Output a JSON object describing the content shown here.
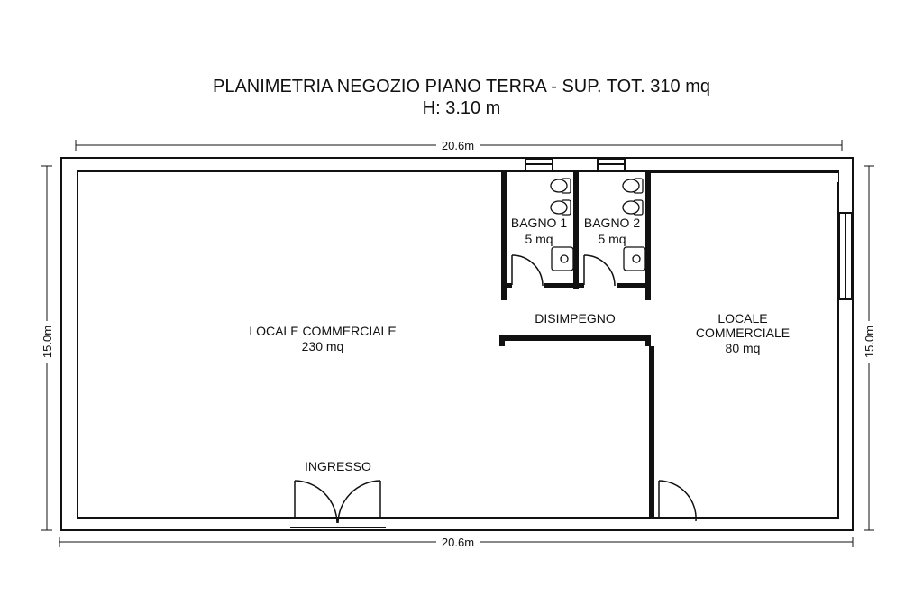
{
  "title": {
    "line1": "PLANIMETRIA NEGOZIO PIANO TERRA - SUP. TOT. 310 mq",
    "line2": "H: 3.10 m"
  },
  "dimensions": {
    "top": "20.6m",
    "bottom": "20.6m",
    "left": "15.0m",
    "right": "15.0m"
  },
  "rooms": {
    "locale_1": {
      "name": "LOCALE COMMERCIALE",
      "area": "230 mq"
    },
    "bagno_1": {
      "name": "BAGNO 1",
      "area": "5 mq"
    },
    "bagno_2": {
      "name": "BAGNO 2",
      "area": "5 mq"
    },
    "disimpegno": {
      "name": "DISIMPEGNO"
    },
    "locale_2": {
      "name_line1": "LOCALE",
      "name_line2": "COMMERCIALE",
      "area": "80 mq"
    },
    "ingresso": {
      "name": "INGRESSO"
    }
  }
}
